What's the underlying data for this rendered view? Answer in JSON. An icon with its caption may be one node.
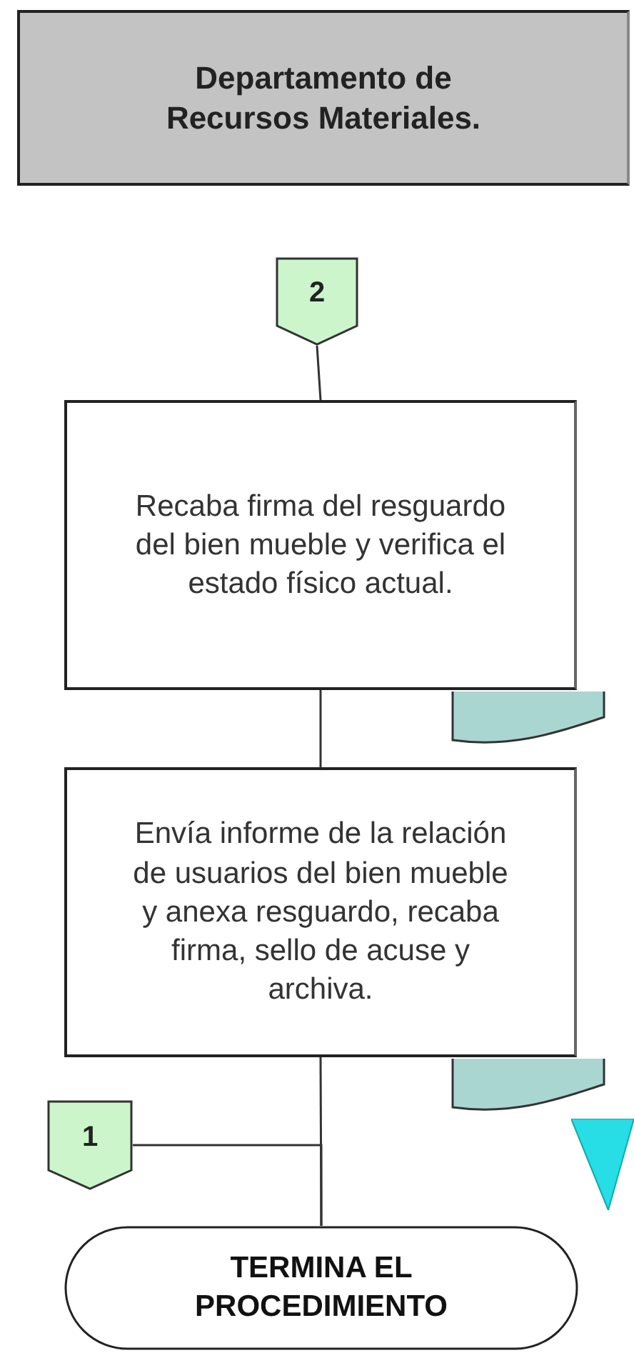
{
  "diagram": {
    "nodes": [
      {
        "text": [
          "Departamento de Recursos Materiales."
        ]
      },
      {
        "text": [
          "2"
        ]
      },
      {
        "text": [
          "Recaba firma del resguardo del bien mueble y verifica el estado físico actual."
        ]
      },
      {
        "text": [],
        "shape": "document"
      },
      {
        "text": [
          "Envía informe de la relación de usuarios del bien mueble y anexa resguardo, recaba firma, sello de acuse y archiva."
        ]
      },
      {
        "text": [],
        "shape": "document"
      },
      {
        "text": [],
        "shape": "triangle"
      },
      {
        "text": [
          "1"
        ]
      },
      {
        "text": [
          "TERMINA EL PROCEDIMIENTO"
        ]
      }
    ],
    "edges": [
      {
        "from": 1,
        "to": 2,
        "arrow": "none"
      },
      {
        "from": 2,
        "to": 4,
        "arrow": "none"
      },
      {
        "from": 4,
        "to": 8,
        "arrow": "none"
      },
      {
        "from": 7,
        "to": 8,
        "arrow": "none"
      }
    ]
  }
}
